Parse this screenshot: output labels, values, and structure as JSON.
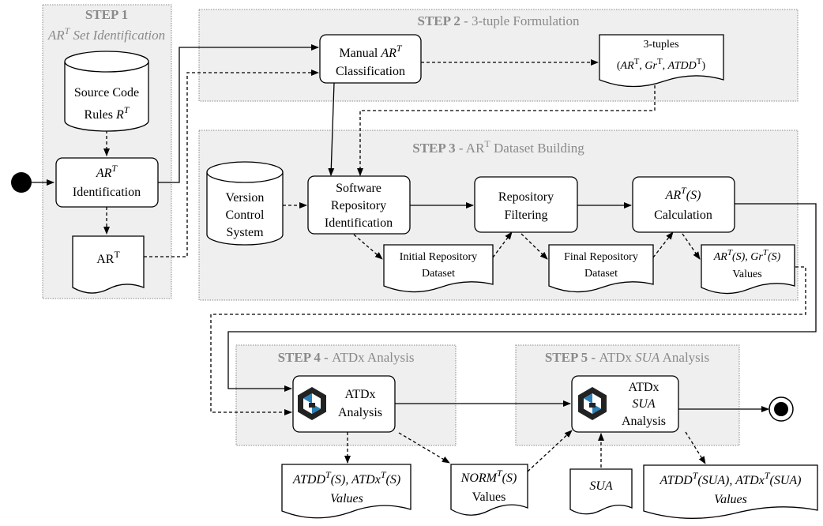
{
  "steps": {
    "step1": {
      "title": "STEP 1",
      "subtitle_main": "AR",
      "subtitle_sup": "T",
      "subtitle_rest": " Set Identification"
    },
    "step2": {
      "title": "STEP 2",
      "rest": " - 3-tuple Formulation"
    },
    "step3": {
      "title": "STEP 3",
      "rest_a": " - AR",
      "rest_sup": "T",
      "rest_b": " Dataset Building"
    },
    "step4": {
      "title": "STEP 4 - ",
      "rest": "ATDx Analysis"
    },
    "step5": {
      "title": "STEP 5 - ",
      "rest_a": "ATDx ",
      "rest_it": "SUA",
      "rest_b": " Analysis"
    }
  },
  "nodes": {
    "source_code_rules": {
      "line1": "Source Code",
      "line2": "Rules ",
      "var": "R",
      "sup": "T"
    },
    "ar_identification": {
      "var": "AR",
      "sup": "T",
      "line2": "Identification"
    },
    "ar_doc": {
      "text": "AR",
      "sup": "T"
    },
    "manual_classification": {
      "line1": "Manual ",
      "var": "AR",
      "sup": "T",
      "line2": "Classification"
    },
    "tuples_doc": {
      "line1": "3-tuples",
      "open": "(",
      "a": "AR",
      "a_sup": "T",
      "sep1": ", ",
      "b": "Gr",
      "b_sup": "T",
      "sep2": ", ",
      "c": "ATDD",
      "c_sup": "T",
      "close": ")"
    },
    "vcs": {
      "line1": "Version",
      "line2": "Control",
      "line3": "System"
    },
    "software_repo": {
      "line1": "Software",
      "line2": "Repository",
      "line3": "Identification"
    },
    "initial_dataset": {
      "line1": "Initial Repository",
      "line2": "Dataset"
    },
    "repo_filtering": {
      "line1": "Repository",
      "line2": "Filtering"
    },
    "final_dataset": {
      "line1": "Final Repository",
      "line2": "Dataset"
    },
    "ars_calc": {
      "var": "AR",
      "sup": "T",
      "paren": "(S)",
      "line2": "Calculation"
    },
    "ars_values": {
      "a": "AR",
      "a_sup": "T",
      "a_par": "(S), ",
      "b": "Gr",
      "b_sup": "T",
      "b_par": "(S)",
      "line2": "Values"
    },
    "atdx_analysis": {
      "line1": "ATDx",
      "line2": "Analysis"
    },
    "atdx_sua": {
      "line1": "ATDx",
      "line2": "SUA",
      "line3": "Analysis"
    },
    "atdd_values": {
      "a": "ATDD",
      "a_sup": "T",
      "a_par": "(S), ",
      "b": "ATDx",
      "b_sup": "T",
      "b_par": "(S)",
      "line2": "Values"
    },
    "norm_values": {
      "a": "NORM",
      "a_sup": "T",
      "a_par": "(S)",
      "line2": "Values"
    },
    "sua_doc": {
      "text": "SUA"
    },
    "sua_values": {
      "a": "ATDD",
      "a_sup": "T",
      "a_par": "(SUA), ",
      "b": "ATDx",
      "b_sup": "T",
      "b_par": "(SUA)",
      "line2": "Values"
    }
  }
}
